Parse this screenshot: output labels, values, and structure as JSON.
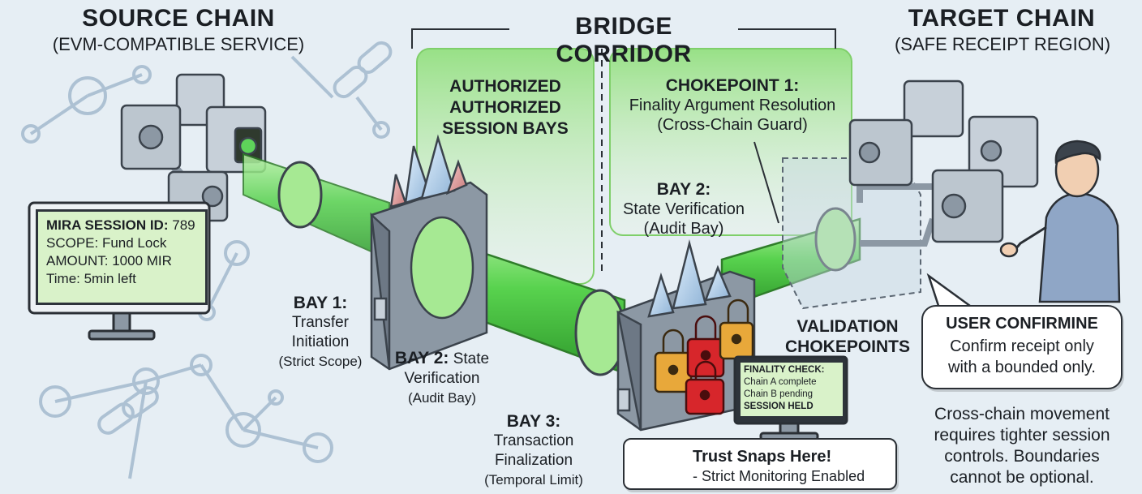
{
  "source": {
    "title": "SOURCE CHAIN",
    "subtitle": "(EVM-COMPATIBLE SERVICE)"
  },
  "corridor": {
    "title": "BRIDGE CORRIDOR"
  },
  "target": {
    "title": "TARGET CHAIN",
    "subtitle": "(SAFE RECEIPT REGION)"
  },
  "authorized": {
    "line1": "AUTHORIZED",
    "line2": "AUTHORIZED",
    "line3": "SESSION BAYS"
  },
  "chokepoint1": {
    "title": "CHOKEPOINT 1:",
    "line1": "Finality Argument Resolution",
    "line2": "(Cross-Chain Guard)"
  },
  "bay2_upper": {
    "title": "BAY 2:",
    "line1": "State Verification",
    "line2": "(Audit Bay)"
  },
  "bay1": {
    "title": "BAY 1:",
    "line1": "Transfer",
    "line2": "Initiation",
    "line3": "(Strict Scope)"
  },
  "bay2_lower": {
    "title": "BAY 2:",
    "title_rest": "State",
    "line1": "Verification",
    "line2": "(Audit Bay)"
  },
  "bay3": {
    "title": "BAY 3:",
    "line1": "Transaction",
    "line2": "Finalization",
    "line3": "(Temporal Limit)"
  },
  "validation": {
    "line1": "VALIDATION",
    "line2": "CHOKEPOINTS"
  },
  "session_monitor": {
    "label_key": "MIRA SESSION ID:",
    "label_val": "789",
    "scope": "SCOPE: Fund Lock",
    "amount": "AMOUNT: 1000 MIR",
    "time": "Time: 5min left"
  },
  "finality_monitor": {
    "title": "FINALITY CHECK:",
    "line1": "Chain A complete",
    "line2": "Chain B pending",
    "line3": "SESSION HELD"
  },
  "trust": {
    "title": "Trust Snaps Here!",
    "line": "- Strict Monitoring Enabled"
  },
  "user_bubble": {
    "title": "USER CONFIRMINE",
    "line1": "Confirm receipt only",
    "line2": "with a bounded only."
  },
  "footer_note": {
    "line1": "Cross-chain movement",
    "line2": "requires tighter session",
    "line3": "controls. Boundaries",
    "line4": "cannot be optional."
  },
  "colors": {
    "tube": "#5ed35a",
    "panel": "#9be08a",
    "lock_gold": "#e8a83a",
    "lock_red": "#d7262b",
    "warning": "#f3c21b"
  }
}
